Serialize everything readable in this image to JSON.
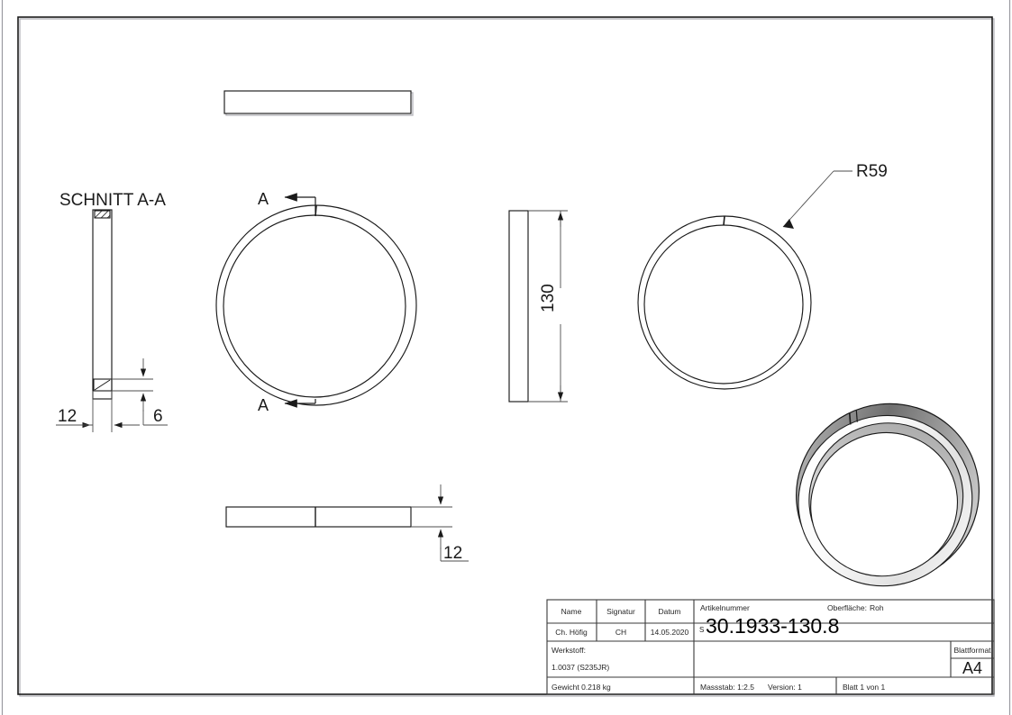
{
  "drawing": {
    "section_label": "SCHNITT A-A",
    "section_arrow_top": "A",
    "section_arrow_bottom": "A",
    "dimensions": {
      "section_width": "12",
      "section_thickness": "6",
      "outer_diameter": "130",
      "bar_thickness": "12",
      "radius_callout": "R59"
    }
  },
  "title_block": {
    "headers": {
      "name": "Name",
      "signatur": "Signatur",
      "datum": "Datum"
    },
    "values": {
      "name": "Ch. Höfig",
      "signatur": "CH",
      "datum": "14.05.2020"
    },
    "article_label": "Artikelnummer",
    "article_prefix": "S",
    "article_number": "30.1933-130.8",
    "surface_label": "Oberfläche:",
    "surface_value": "Roh",
    "material_label": "Werkstoff:",
    "material_value": "1.0037 (S235JR)",
    "weight": "Gewicht 0.218 kg",
    "scale": "Massstab: 1:2.5",
    "version": "Version: 1",
    "sheet": "Blatt 1 von 1",
    "sheet_format_label": "Blattformat",
    "sheet_format_value": "A4"
  },
  "colors": {
    "line": "#1a1a1a",
    "thin_line": "#4d4d4d",
    "iso_shade_dark": "#8a8a8a",
    "iso_shade_mid": "#bdbdbd",
    "iso_shade_light": "#efefef",
    "paper": "#ffffff"
  }
}
